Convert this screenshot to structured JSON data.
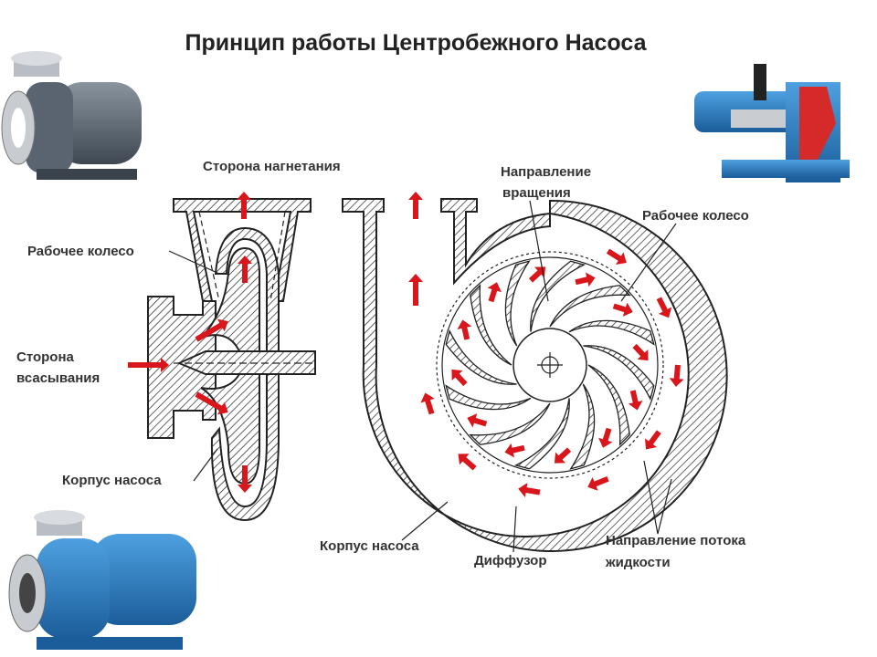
{
  "title": "Принцип работы Центробежного Насоса",
  "labels": {
    "discharge_side": "Сторона нагнетания",
    "impeller_left": "Рабочее колесо",
    "suction_side_1": "Сторона",
    "suction_side_2": "всасывания",
    "casing_left": "Корпус насоса",
    "rotation_1": "Направление",
    "rotation_2": "вращения",
    "impeller_right": "Рабочее колесо",
    "casing_right": "Корпус насоса",
    "diffuser": "Диффузор",
    "flow_1": "Направление потока",
    "flow_2": "жидкости"
  },
  "colors": {
    "arrow": "#d8161b",
    "pump_blue": "#2f7fc1",
    "pump_grey": "#5a6470"
  }
}
